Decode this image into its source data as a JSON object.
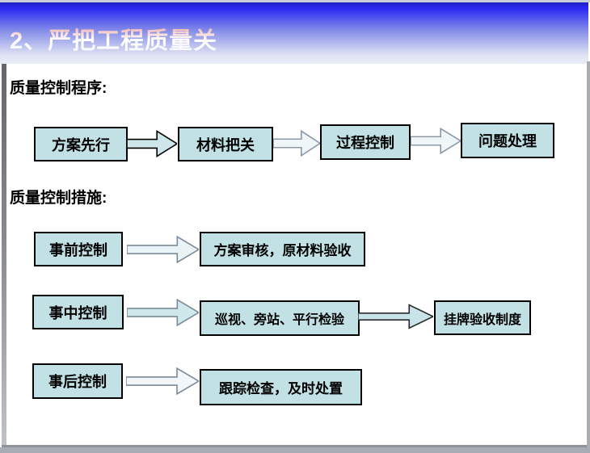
{
  "header": {
    "title": "2、严把工程质量关"
  },
  "sections": {
    "procedure_label": "质量控制程序:",
    "measures_label": "质量控制措施:"
  },
  "procedure_flow": {
    "steps": [
      "方案先行",
      "材料把关",
      "过程控制",
      "问题处理"
    ]
  },
  "measures": {
    "rows": [
      {
        "source": "事前控制",
        "targets": [
          "方案审核，原材料验收"
        ]
      },
      {
        "source": "事中控制",
        "targets": [
          "巡视、旁站、平行检验",
          "挂牌验收制度"
        ]
      },
      {
        "source": "事后控制",
        "targets": [
          "跟踪检查，及时处置"
        ]
      }
    ]
  },
  "icons": {
    "flow_arrow": "block-arrow-right"
  },
  "colors": {
    "header_gradient_top": "#2a2af2",
    "header_gradient_bottom": "#e9ecf7",
    "title_tint_top": "#dd7878",
    "title_tint_bottom": "#ffffff",
    "box_fill": "#c2e1e5",
    "box_border": "#000000",
    "arrow_fill_light": "#eef6f8",
    "arrow_fill_cyan": "#c9e4e8",
    "frame_shadow": "#a7abb4",
    "text": "#000000"
  }
}
